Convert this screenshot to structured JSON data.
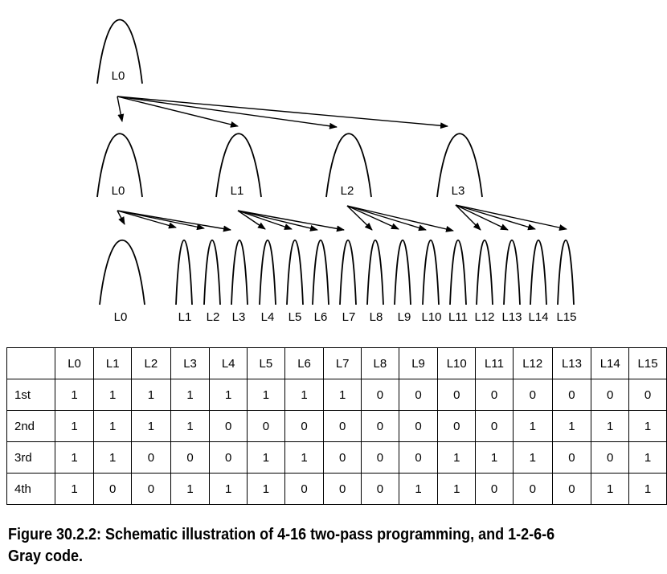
{
  "diagram": {
    "level1": [
      "L0"
    ],
    "level2": [
      "L0",
      "L1",
      "L2",
      "L3"
    ],
    "level3": [
      "L0",
      "L1",
      "L2",
      "L3",
      "L4",
      "L5",
      "L6",
      "L7",
      "L8",
      "L9",
      "L10",
      "L11",
      "L12",
      "L13",
      "L14",
      "L15"
    ]
  },
  "table": {
    "corner": "",
    "headers": [
      "L0",
      "L1",
      "L2",
      "L3",
      "L4",
      "L5",
      "L6",
      "L7",
      "L8",
      "L9",
      "L10",
      "L11",
      "L12",
      "L13",
      "L14",
      "L15"
    ],
    "rows": [
      {
        "label": "1st",
        "values": [
          "1",
          "1",
          "1",
          "1",
          "1",
          "1",
          "1",
          "1",
          "0",
          "0",
          "0",
          "0",
          "0",
          "0",
          "0",
          "0"
        ]
      },
      {
        "label": "2nd",
        "values": [
          "1",
          "1",
          "1",
          "1",
          "0",
          "0",
          "0",
          "0",
          "0",
          "0",
          "0",
          "0",
          "1",
          "1",
          "1",
          "1"
        ]
      },
      {
        "label": "3rd",
        "values": [
          "1",
          "1",
          "0",
          "0",
          "0",
          "1",
          "1",
          "0",
          "0",
          "0",
          "1",
          "1",
          "1",
          "0",
          "0",
          "1"
        ]
      },
      {
        "label": "4th",
        "values": [
          "1",
          "0",
          "0",
          "1",
          "1",
          "1",
          "0",
          "0",
          "0",
          "1",
          "1",
          "0",
          "0",
          "0",
          "1",
          "1"
        ]
      }
    ]
  },
  "caption": {
    "line1": "Figure 30.2.2: Schematic illustration of 4-16 two-pass programming, and 1-2-6-6",
    "line2": "Gray code."
  }
}
